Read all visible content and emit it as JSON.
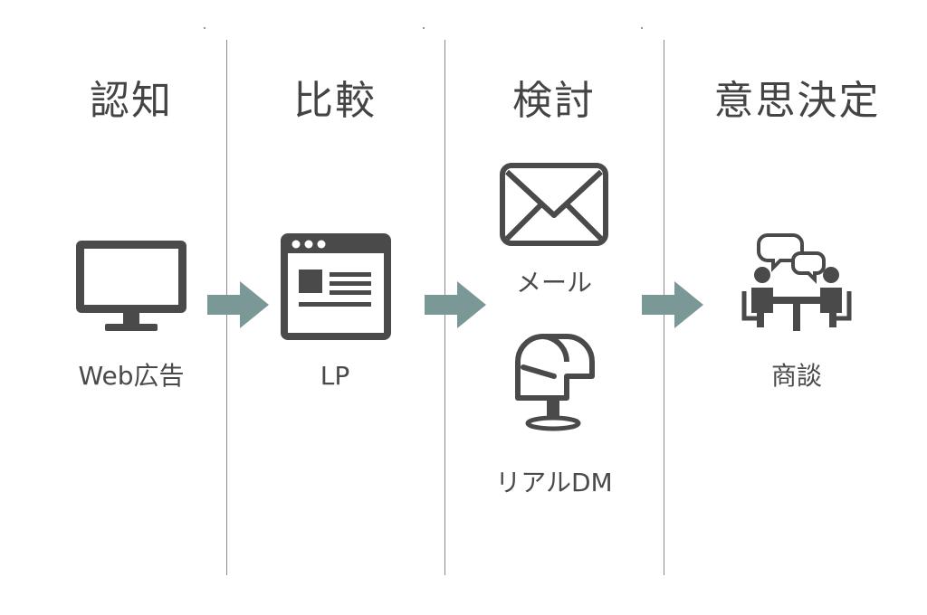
{
  "colors": {
    "icon": "#4a4a4a",
    "arrow": "#7a9896",
    "divider": "#8a8a8a"
  },
  "stages": [
    {
      "title": "認知",
      "items": [
        {
          "icon": "monitor-icon",
          "label": "Web広告"
        }
      ]
    },
    {
      "title": "比較",
      "items": [
        {
          "icon": "browser-window-icon",
          "label": "LP"
        }
      ]
    },
    {
      "title": "検討",
      "items": [
        {
          "icon": "envelope-icon",
          "label": "メール"
        },
        {
          "icon": "mailbox-icon",
          "label": "リアルDM"
        }
      ]
    },
    {
      "title": "意思決定",
      "items": [
        {
          "icon": "meeting-icon",
          "label": "商談"
        }
      ]
    }
  ]
}
